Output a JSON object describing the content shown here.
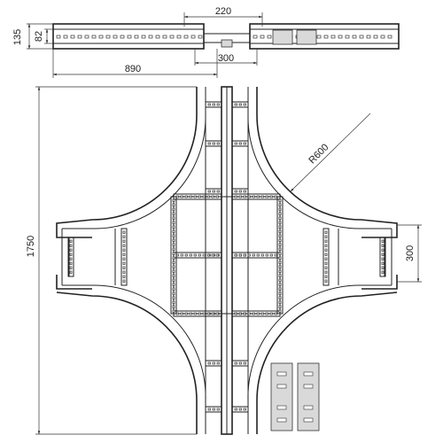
{
  "dimensions": {
    "top_width": "220",
    "side_height_outer": "135",
    "side_height_inner": "82",
    "half_length": "890",
    "gap_width": "300",
    "overall_length": "1750",
    "radius": "R600",
    "branch_width": "300"
  }
}
